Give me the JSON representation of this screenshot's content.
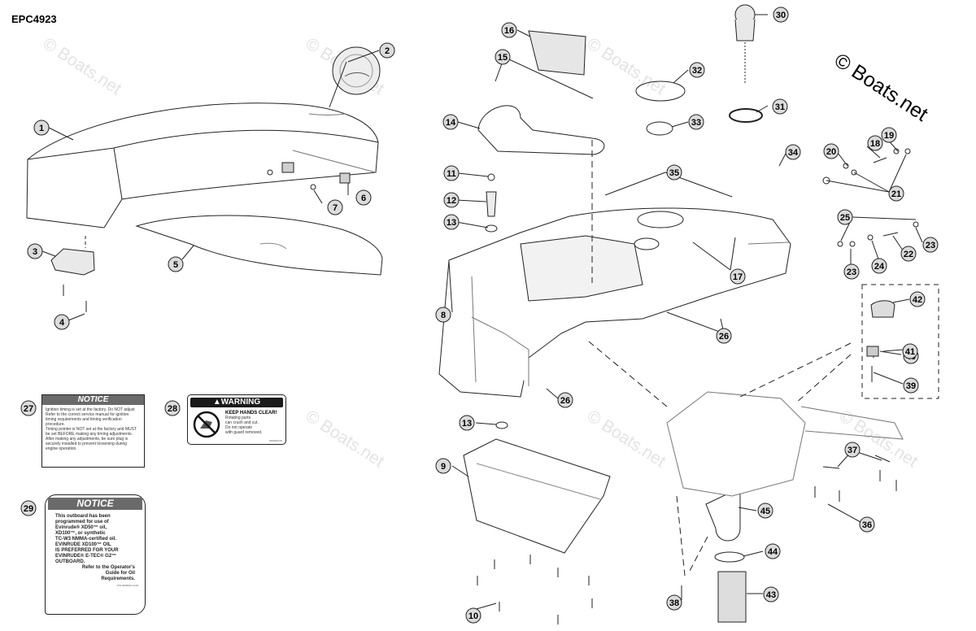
{
  "diagram_code": "EPC4923",
  "copyright": "© Boats.net",
  "watermark": "© Boats.net",
  "colors": {
    "line": "#222222",
    "shade": "#bdbdbd",
    "watermark": "#e3e3e3"
  },
  "callouts": [
    "1",
    "2",
    "3",
    "4",
    "5",
    "6",
    "7",
    "8",
    "9",
    "10",
    "11",
    "12",
    "13",
    "13",
    "14",
    "15",
    "16",
    "17",
    "19",
    "18",
    "20",
    "21",
    "22",
    "23",
    "23",
    "24",
    "25",
    "26",
    "26",
    "27",
    "28",
    "29",
    "30",
    "31",
    "32",
    "33",
    "34",
    "35",
    "36",
    "37",
    "38",
    "39",
    "40",
    "41",
    "42",
    "43",
    "44",
    "45"
  ],
  "decals": {
    "notice_timing": {
      "heading": "NOTICE",
      "lines": [
        "Ignition timing is set at the factory. Do NOT adjust",
        "Refer to the correct service manual for ignition",
        "timing requirements and timing verification",
        "procedure.",
        "Timing pointer is NOT set at the factory and MUST",
        "be set BEFORE making any timing adjustments.",
        "After making any adjustments, be sure plug is",
        "securely installed to prevent loosening during",
        "engine operation."
      ]
    },
    "warning_hands": {
      "heading": "WARNING",
      "title": "KEEP HANDS CLEAR!",
      "lines": [
        "Rotating parts",
        "can crush and cut.",
        "Do not operate",
        "with guard removed."
      ],
      "part_number": "0000000-00"
    },
    "notice_oil": {
      "heading": "NOTICE",
      "lines": [
        "This outboard has been",
        "programmed for use of",
        "Evinrude® XD50™ oil,",
        "XD100™, or synthetic",
        "TC-W3 NMMA-certified oil.",
        "EVINRUDE XD100™ OIL",
        "IS PREFERRED FOR YOUR",
        "EVINRUDE® E-TEC® G2™",
        "OUTBOARD.",
        "Refer to the Operator's",
        "Guide for Oil",
        "Requirements."
      ],
      "part_number": "P/N 0000000 14-09"
    }
  }
}
